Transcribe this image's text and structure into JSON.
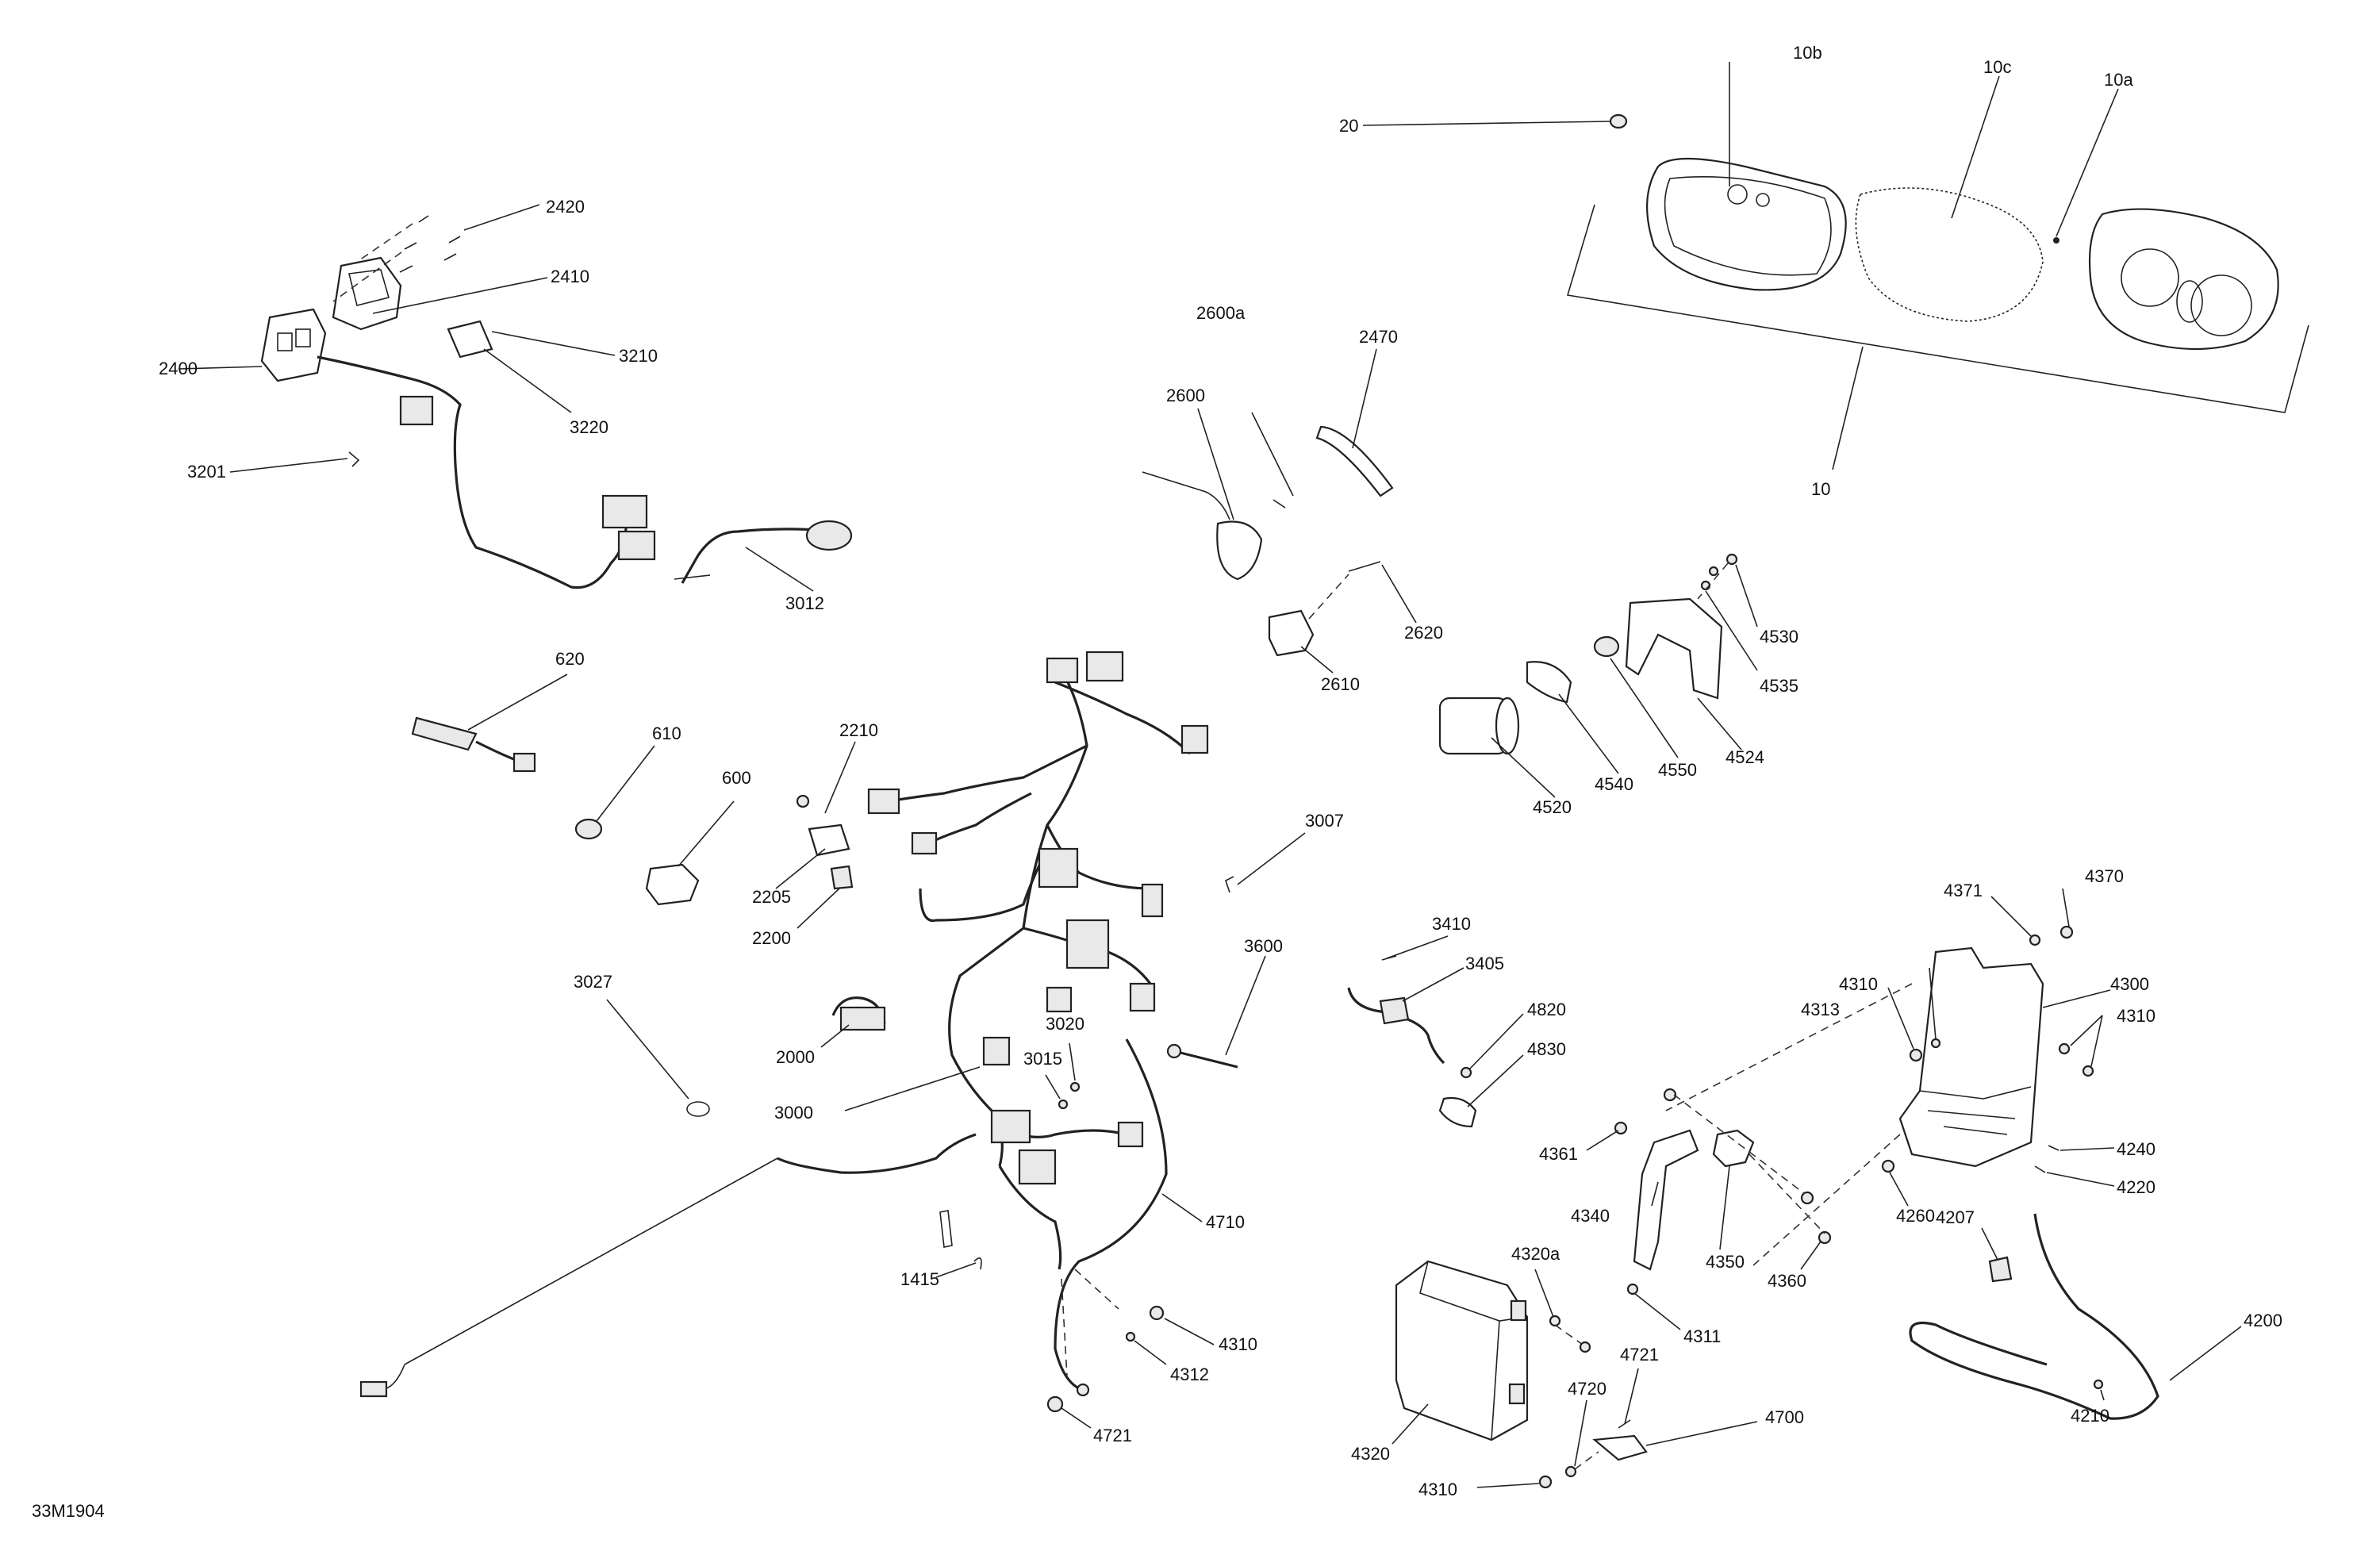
{
  "diagram_code": "33M1904",
  "labels": {
    "p20": "20",
    "p10b": "10b",
    "p10c": "10c",
    "p10a": "10a",
    "p10": "10",
    "p2420": "2420",
    "p2410": "2410",
    "p2400": "2400",
    "p3210": "3210",
    "p3220": "3220",
    "p3201": "3201",
    "p3012": "3012",
    "p2600a": "2600a",
    "p2600": "2600",
    "p2470": "2470",
    "p2620": "2620",
    "p2610": "2610",
    "p4530": "4530",
    "p4535": "4535",
    "p4524": "4524",
    "p4550": "4550",
    "p4540": "4540",
    "p4520": "4520",
    "p620": "620",
    "p610": "610",
    "p600": "600",
    "p2210": "2210",
    "p2205": "2205",
    "p2200": "2200",
    "p3007": "3007",
    "p3027": "3027",
    "p3600": "3600",
    "p2000": "2000",
    "p3020": "3020",
    "p3015": "3015",
    "p3000": "3000",
    "p3410": "3410",
    "p3405": "3405",
    "p4820": "4820",
    "p4830": "4830",
    "p4370": "4370",
    "p4371": "4371",
    "p4310a": "4310",
    "p4313": "4313",
    "p4300": "4300",
    "p4310b": "4310",
    "p4361": "4361",
    "p4240": "4240",
    "p4220": "4220",
    "p4260": "4260",
    "p4207": "4207",
    "p4340": "4340",
    "p4350": "4350",
    "p4360": "4360",
    "p4710": "4710",
    "p1415": "1415",
    "p4310c": "4310",
    "p4312": "4312",
    "p4721a": "4721",
    "p4320a": "4320a",
    "p4311": "4311",
    "p4721b": "4721",
    "p4720": "4720",
    "p4700": "4700",
    "p4320": "4320",
    "p4310d": "4310",
    "p4200": "4200",
    "p4210": "4210"
  }
}
